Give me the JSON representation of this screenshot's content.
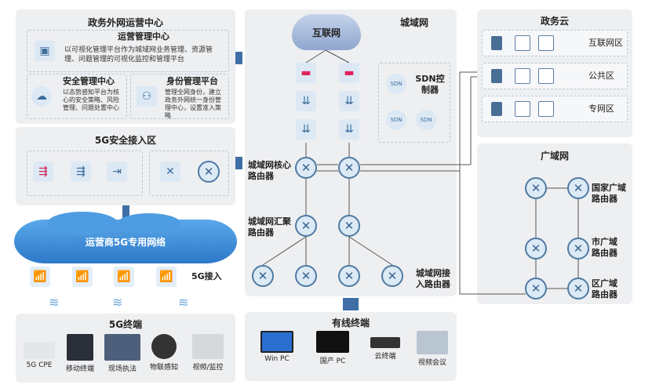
{
  "ops_center": {
    "title": "政务外网运营中心",
    "ops": {
      "title": "运营管理中心",
      "desc": "以可视化管理平台作为城域网业务管理、资源管理、问题管理的可视化监控和管理平台",
      "icon": "monitor-icon"
    },
    "security": {
      "title": "安全管理中心",
      "desc": "以态势感知平台为核心的安全策略、风险管理、问题处置中心",
      "icon": "cloud-shield-icon"
    },
    "identity": {
      "title": "身份管理平台",
      "desc": "管理全网身份，建立政务外网统一身份管理中心，设置准入策略",
      "icon": "users-network-icon"
    }
  },
  "access_5g_zone": {
    "title": "5G安全接入区"
  },
  "operator_cloud": {
    "label": "运营商5G专用网络"
  },
  "access_5g": {
    "label": "5G接入"
  },
  "terminals_5g": {
    "title": "5G终端",
    "items": [
      {
        "label": "5G CPE"
      },
      {
        "label": "移动终端"
      },
      {
        "label": "现场执法"
      },
      {
        "label": "物联感知"
      },
      {
        "label": "视频/监控"
      }
    ]
  },
  "metro": {
    "title": "城域网",
    "internet": "互联网",
    "sdn": "SDN控制器",
    "sdn_icon_text": "SDN",
    "core": "城域网核心路由器",
    "aggregation": "城域网汇聚路由器",
    "access": "城域网接入路由器"
  },
  "wired_terminals": {
    "title": "有线终端",
    "items": [
      {
        "label": "Win PC"
      },
      {
        "label": "国产 PC"
      },
      {
        "label": "云终端"
      },
      {
        "label": "视频会议"
      }
    ]
  },
  "gov_cloud": {
    "title": "政务云",
    "zones": [
      {
        "label": "互联网区"
      },
      {
        "label": "公共区"
      },
      {
        "label": "专网区"
      }
    ]
  },
  "wan": {
    "title": "广域网",
    "national": "国家广域路由器",
    "city": "市广域路由器",
    "district": "区广域路由器"
  },
  "colors": {
    "accent": "#3f6fa6",
    "panel": "#eeeff1",
    "firewall": "#e0245e"
  }
}
